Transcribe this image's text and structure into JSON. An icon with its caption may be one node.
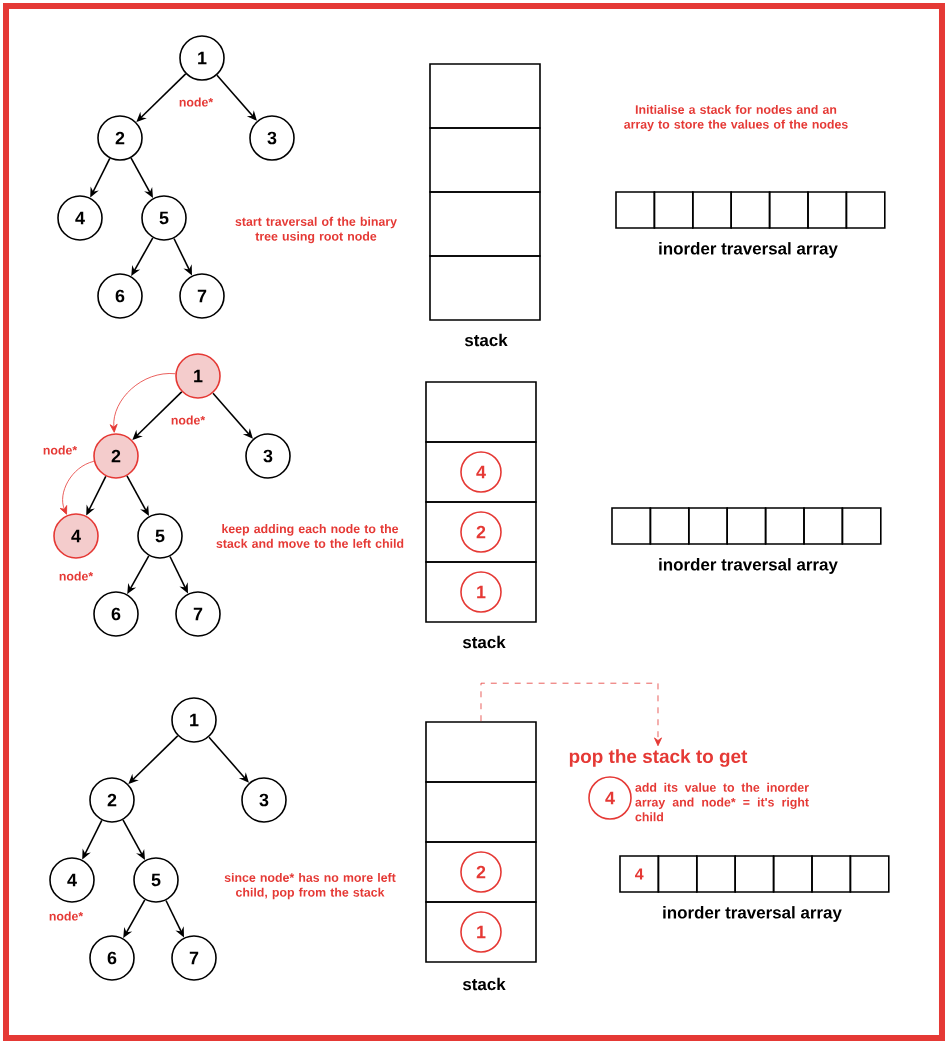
{
  "diagram": {
    "nodes": [
      {
        "text": [
          "1"
        ],
        "beside": [
          "node*"
        ]
      },
      {
        "text": [
          "2"
        ]
      },
      {
        "text": [
          "3"
        ]
      },
      {
        "text": [
          "4"
        ]
      },
      {
        "text": [
          "5"
        ]
      },
      {
        "text": [
          "6"
        ]
      },
      {
        "text": [
          "7"
        ]
      },
      {
        "text": [],
        "shape": "box"
      },
      {
        "text": [],
        "shape": "box"
      },
      {
        "text": [],
        "shape": "box"
      },
      {
        "text": [],
        "shape": "box"
      },
      {
        "text": [],
        "shape": "box"
      },
      {
        "text": [],
        "shape": "box"
      },
      {
        "text": [],
        "shape": "box"
      },
      {
        "text": [],
        "shape": "box"
      },
      {
        "text": [],
        "shape": "box"
      },
      {
        "text": [],
        "shape": "box"
      },
      {
        "text": [],
        "shape": "box"
      },
      {
        "text": [
          "1"
        ],
        "beside": [
          "node*"
        ]
      },
      {
        "text": [
          "2"
        ],
        "beside": [
          "node*"
        ]
      },
      {
        "text": [
          "3"
        ]
      },
      {
        "text": [
          "4"
        ],
        "beside": [
          "node*"
        ]
      },
      {
        "text": [
          "5"
        ]
      },
      {
        "text": [
          "6"
        ]
      },
      {
        "text": [
          "7"
        ]
      },
      {
        "text": [],
        "shape": "box"
      },
      {
        "text": [],
        "shape": "box"
      },
      {
        "text": [],
        "shape": "box"
      },
      {
        "text": [],
        "shape": "box"
      },
      {
        "text": [
          "4"
        ],
        "in": 26
      },
      {
        "text": [
          "2"
        ],
        "in": 27
      },
      {
        "text": [
          "1"
        ],
        "in": 28
      },
      {
        "text": [],
        "shape": "box"
      },
      {
        "text": [],
        "shape": "box"
      },
      {
        "text": [],
        "shape": "box"
      },
      {
        "text": [],
        "shape": "box"
      },
      {
        "text": [],
        "shape": "box"
      },
      {
        "text": [],
        "shape": "box"
      },
      {
        "text": [],
        "shape": "box"
      },
      {
        "text": [
          "1"
        ]
      },
      {
        "text": [
          "2"
        ]
      },
      {
        "text": [
          "3"
        ]
      },
      {
        "text": [
          "4"
        ],
        "beside": [
          "node*"
        ]
      },
      {
        "text": [
          "5"
        ]
      },
      {
        "text": [
          "6"
        ]
      },
      {
        "text": [
          "7"
        ]
      },
      {
        "text": [],
        "shape": "box"
      },
      {
        "text": [],
        "shape": "box"
      },
      {
        "text": [],
        "shape": "box"
      },
      {
        "text": [],
        "shape": "box"
      },
      {
        "text": [
          "2"
        ],
        "in": 48
      },
      {
        "text": [
          "1"
        ],
        "in": 49
      },
      {
        "text": [
          "4"
        ]
      },
      {
        "text": [],
        "shape": "box"
      },
      {
        "text": [],
        "shape": "box"
      },
      {
        "text": [],
        "shape": "box"
      },
      {
        "text": [],
        "shape": "box"
      },
      {
        "text": [],
        "shape": "box"
      },
      {
        "text": [],
        "shape": "box"
      },
      {
        "text": [
          "pop the stack to get"
        ]
      },
      {
        "text": [
          "4"
        ]
      }
    ],
    "edges": [
      {
        "from": 0,
        "to": 1,
        "arrow": "to"
      },
      {
        "from": 0,
        "to": 2,
        "arrow": "to"
      },
      {
        "from": 1,
        "to": 3,
        "arrow": "to"
      },
      {
        "from": 1,
        "to": 4,
        "arrow": "to"
      },
      {
        "from": 4,
        "to": 5,
        "arrow": "to"
      },
      {
        "from": 4,
        "to": 6,
        "arrow": "to"
      },
      {
        "from": 18,
        "to": 19,
        "arrow": "to"
      },
      {
        "from": 18,
        "to": 20,
        "arrow": "to"
      },
      {
        "from": 19,
        "to": 21,
        "arrow": "to"
      },
      {
        "from": 19,
        "to": 22,
        "arrow": "to"
      },
      {
        "from": 22,
        "to": 23,
        "arrow": "to"
      },
      {
        "from": 22,
        "to": 24,
        "arrow": "to"
      },
      {
        "from": 39,
        "to": 40,
        "arrow": "to"
      },
      {
        "from": 39,
        "to": 41,
        "arrow": "to"
      },
      {
        "from": 40,
        "to": 42,
        "arrow": "to"
      },
      {
        "from": 40,
        "to": 43,
        "arrow": "to"
      },
      {
        "from": 43,
        "to": 44,
        "arrow": "to"
      },
      {
        "from": 43,
        "to": 45,
        "arrow": "to"
      },
      {
        "from": 18,
        "to": 19,
        "arrow": "to",
        "color": "#e53935"
      },
      {
        "from": 19,
        "to": 21,
        "arrow": "to",
        "color": "#e53935"
      },
      {
        "from": 46,
        "to": 59,
        "arrow": "to",
        "style": "dashed",
        "color": "#e53935"
      }
    ],
    "labels": [
      "Initialise a stack for nodes and an array to store the values of the nodes",
      "start traversal of the binary tree using root node",
      "stack",
      "inorder traversal array",
      "keep adding each node to the stack and move to the left child",
      "inorder traversal array",
      "stack",
      "add its value to the inorder array and node* = it's right child",
      "since node* has no more left child, pop from the stack",
      "inorder traversal array",
      "stack"
    ]
  }
}
